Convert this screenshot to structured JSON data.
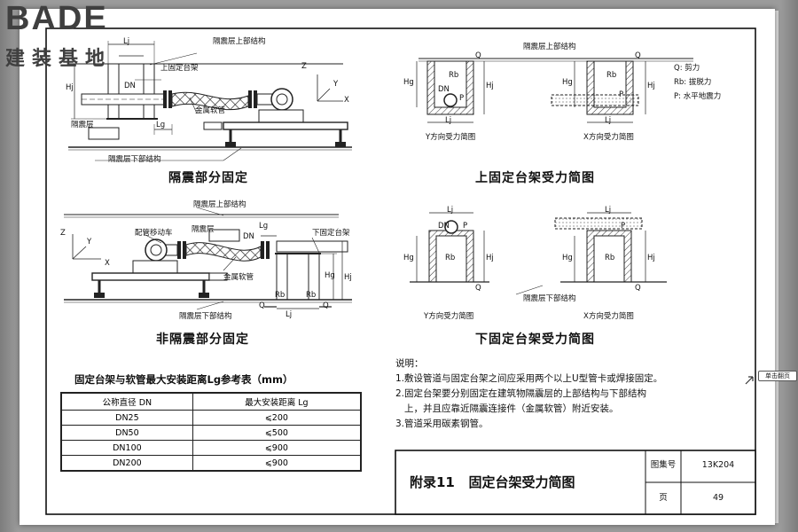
{
  "logo": {
    "title": "BADE",
    "subtitle": "建装基地"
  },
  "sections": {
    "isolation_fixed": "隔震部分固定",
    "non_isolation_fixed": "非隔震部分固定",
    "upper_force": "上固定台架受力简图",
    "lower_force": "下固定台架受力简图"
  },
  "labels": {
    "upper_structure": "隔震层上部结构",
    "lower_structure": "隔震层下部结构",
    "isolation_layer": "隔震层",
    "upper_bracket": "上固定台架",
    "lower_bracket": "下固定台架",
    "metal_hose": "金属软管",
    "pipe_cart": "配管移动车",
    "dn": "DN",
    "lg": "Lg",
    "lj": "Lj",
    "hj": "Hj",
    "hg": "Hg",
    "rb": "Rb",
    "q": "Q",
    "p": "P",
    "axis_x": "X",
    "axis_y": "Y",
    "axis_z": "Z",
    "y_force": "Y方向受力简图",
    "x_force": "X方向受力简图"
  },
  "legend": {
    "q": "Q: 剪力",
    "rb": "Rb: 拔脱力",
    "p": "P: 水平地震力"
  },
  "table": {
    "title": "固定台架与软管最大安装距离Lg参考表（mm）",
    "headers": [
      "公称直径  DN",
      "最大安装距离  Lg"
    ],
    "rows": [
      [
        "DN25",
        "⩽200"
      ],
      [
        "DN50",
        "⩽500"
      ],
      [
        "DN100",
        "⩽900"
      ],
      [
        "DN200",
        "⩽900"
      ]
    ]
  },
  "notes": {
    "heading": "说明：",
    "items": [
      "1.敷设管道与固定台架之间应采用两个以上U型管卡或焊接固定。",
      "2.固定台架要分别固定在建筑物隔震层的上部结构与下部结构",
      "   上，并且应靠近隔震连接件（金属软管）附近安装。",
      "3.管道采用碳素钢管。"
    ]
  },
  "title_block": {
    "title": "附录11   固定台架受力简图",
    "atlas_label": "图集号",
    "atlas_no": "13K204",
    "page_label": "页",
    "page_no": "49"
  },
  "bubble": "单击翻页"
}
